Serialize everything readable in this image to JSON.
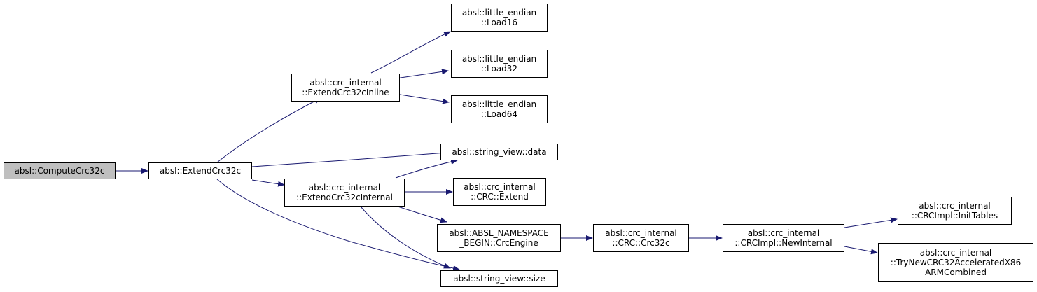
{
  "colors": {
    "edge": "#191970",
    "root_fill": "#bfbfbf",
    "node_fill": "#ffffff",
    "border": "#000000"
  },
  "nodes": {
    "compute": {
      "lines": [
        "absl::ComputeCrc32c"
      ]
    },
    "extend": {
      "lines": [
        "absl::ExtendCrc32c"
      ]
    },
    "inline": {
      "lines": [
        "absl::crc_internal",
        "::ExtendCrc32cInline"
      ]
    },
    "internal": {
      "lines": [
        "absl::crc_internal",
        "::ExtendCrc32cInternal"
      ]
    },
    "load16": {
      "lines": [
        "absl::little_endian",
        "::Load16"
      ]
    },
    "load32": {
      "lines": [
        "absl::little_endian",
        "::Load32"
      ]
    },
    "load64": {
      "lines": [
        "absl::little_endian",
        "::Load64"
      ]
    },
    "data": {
      "lines": [
        "absl::string_view::data"
      ]
    },
    "crc_extend": {
      "lines": [
        "absl::crc_internal",
        "::CRC::Extend"
      ]
    },
    "engine": {
      "lines": [
        "absl::ABSL_NAMESPACE",
        "_BEGIN::CrcEngine"
      ]
    },
    "size": {
      "lines": [
        "absl::string_view::size"
      ]
    },
    "crc32c": {
      "lines": [
        "absl::crc_internal",
        "::CRC::Crc32c"
      ]
    },
    "newinternal": {
      "lines": [
        "absl::crc_internal",
        "::CRCImpl::NewInternal"
      ]
    },
    "inittables": {
      "lines": [
        "absl::crc_internal",
        "::CRCImpl::InitTables"
      ]
    },
    "trynew": {
      "lines": [
        "absl::crc_internal",
        "::TryNewCRC32AcceleratedX86",
        "ARMCombined"
      ]
    }
  }
}
